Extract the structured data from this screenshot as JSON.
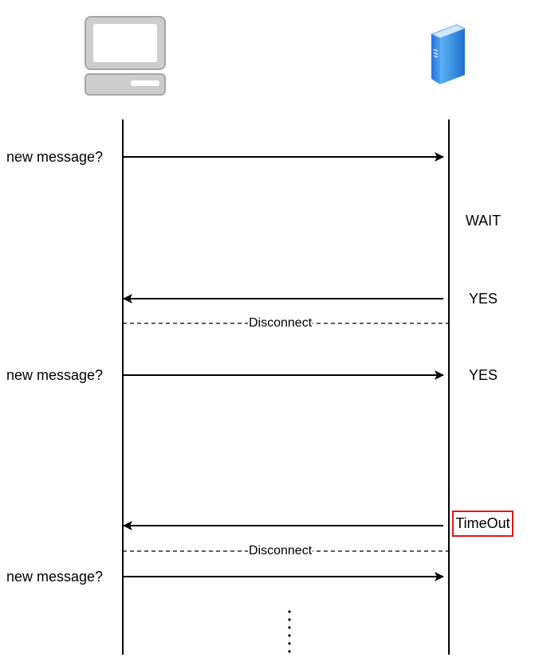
{
  "client": {
    "icon": "desktop-computer-icon",
    "colors": {
      "body": "#cdcdcd",
      "border": "#9b9b9b",
      "drive_slot": "#ffffff"
    }
  },
  "server": {
    "icon": "server-tower-icon",
    "colors": {
      "front": "#1e88e5",
      "side": "#64b5f6",
      "top": "#bbdefb"
    }
  },
  "messages": [
    {
      "label": "new message?",
      "direction": "client-to-server"
    },
    {
      "label": "WAIT",
      "side": "server"
    },
    {
      "label": "YES",
      "direction": "server-to-client"
    },
    {
      "label": "Disconnect",
      "style": "dashed"
    },
    {
      "label": "new message?",
      "direction": "client-to-server",
      "server_label": "YES"
    },
    {
      "label": "TimeOut",
      "direction": "server-to-client",
      "highlight": "#e0141e"
    },
    {
      "label": "Disconnect",
      "style": "dashed"
    },
    {
      "label": "new message?",
      "direction": "client-to-server"
    }
  ],
  "continuation": "vertical-ellipsis"
}
